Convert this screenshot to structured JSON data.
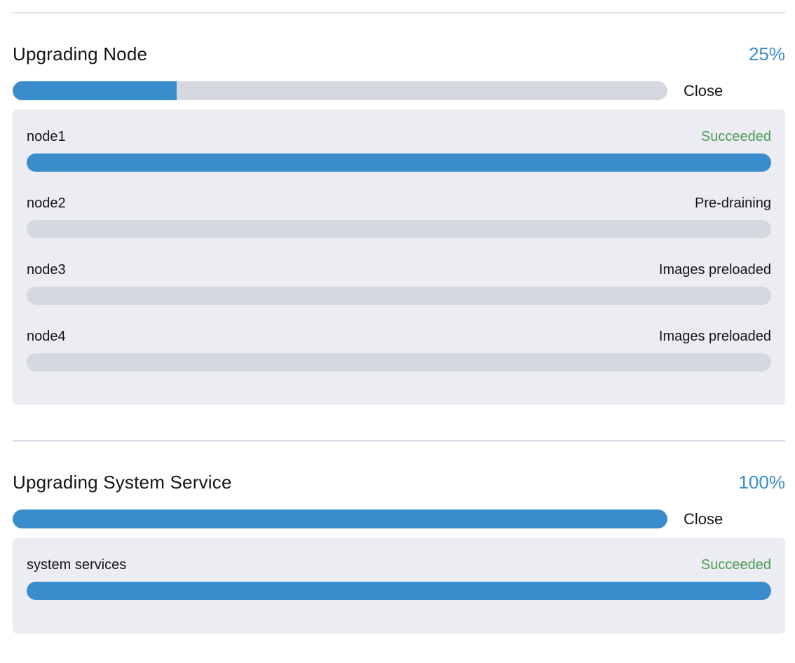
{
  "colors": {
    "accent": "#3a8dcc",
    "success": "#4e9a54",
    "track": "#d6d8e0",
    "panel_bg": "#ebedf2",
    "divider": "#d8dbe4",
    "text": "#141419"
  },
  "sections": [
    {
      "title": "Upgrading Node",
      "percent": "25%",
      "percent_value": 25,
      "close_label": "Close",
      "items": [
        {
          "name": "node1",
          "status": "Succeeded",
          "status_type": "success",
          "progress": 100
        },
        {
          "name": "node2",
          "status": "Pre-draining",
          "status_type": "normal",
          "progress": 0
        },
        {
          "name": "node3",
          "status": "Images preloaded",
          "status_type": "normal",
          "progress": 0
        },
        {
          "name": "node4",
          "status": "Images preloaded",
          "status_type": "normal",
          "progress": 0
        }
      ]
    },
    {
      "title": "Upgrading System Service",
      "percent": "100%",
      "percent_value": 100,
      "close_label": "Close",
      "items": [
        {
          "name": "system services",
          "status": "Succeeded",
          "status_type": "success",
          "progress": 100
        }
      ]
    }
  ]
}
